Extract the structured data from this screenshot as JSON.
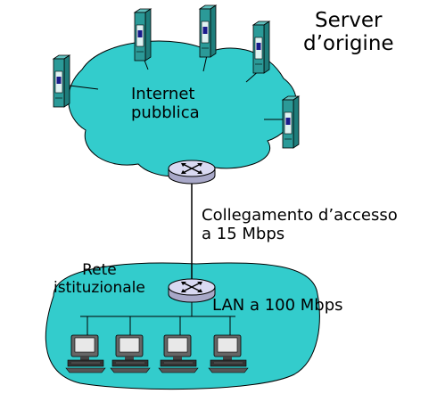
{
  "labels": {
    "origin_server_line1": "Server",
    "origin_server_line2": "d’origine",
    "internet_line1": "Internet",
    "internet_line2": "pubblica",
    "access_line1": "Collegamento d’accesso",
    "access_line2": "a 15 Mbps",
    "institution_line1": "Rete",
    "institution_line2": "istituzionale",
    "lan": "LAN a 100 Mbps"
  },
  "colors": {
    "cloud": "#33cccc",
    "server_body": "#2b9a98",
    "server_face": "#dff3f2",
    "router": "#d9d9f2"
  },
  "icons": {
    "server": "server-tower-icon",
    "router": "router-icon",
    "workstation": "desktop-computer-icon"
  }
}
